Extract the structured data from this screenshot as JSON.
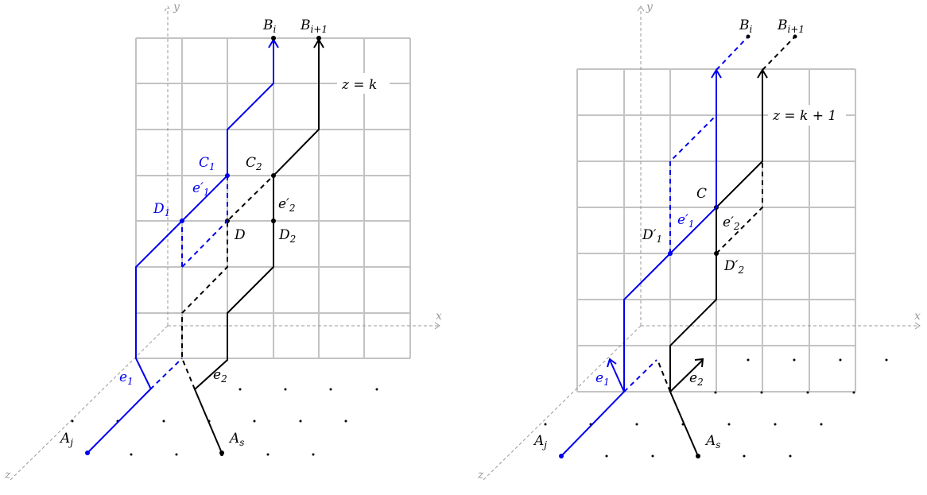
{
  "left": {
    "axes": {
      "x": "x",
      "y": "y",
      "z": "z"
    },
    "plane_label": "z = k",
    "labels": {
      "Bi": "B",
      "Bi_sub": "i",
      "Bi1": "B",
      "Bi1_sub": "i+1",
      "C1": "C",
      "C1_sub": "1",
      "C2": "C",
      "C2_sub": "2",
      "e1p": "e′",
      "e1p_sub": "1",
      "e2p": "e′",
      "e2p_sub": "2",
      "D1": "D",
      "D1_sub": "1",
      "D": "D",
      "D2": "D",
      "D2_sub": "2",
      "e1": "e",
      "e1_sub": "1",
      "e2": "e",
      "e2_sub": "2",
      "Aj": "A",
      "Aj_sub": "j",
      "As": "A",
      "As_sub": "s"
    }
  },
  "right": {
    "axes": {
      "x": "x",
      "y": "y",
      "z": "z"
    },
    "plane_label": "z = k + 1",
    "labels": {
      "Bi": "B",
      "Bi_sub": "i",
      "Bi1": "B",
      "Bi1_sub": "i+1",
      "C": "C",
      "e1p": "e′",
      "e1p_sub": "1",
      "e2p": "e′",
      "e2p_sub": "2",
      "D1p": "D′",
      "D1p_sub": "1",
      "D2p": "D′",
      "D2p_sub": "2",
      "e1": "e",
      "e1_sub": "1",
      "e2": "e",
      "e2_sub": "2",
      "Aj": "A",
      "Aj_sub": "j",
      "As": "A",
      "As_sub": "s"
    }
  }
}
